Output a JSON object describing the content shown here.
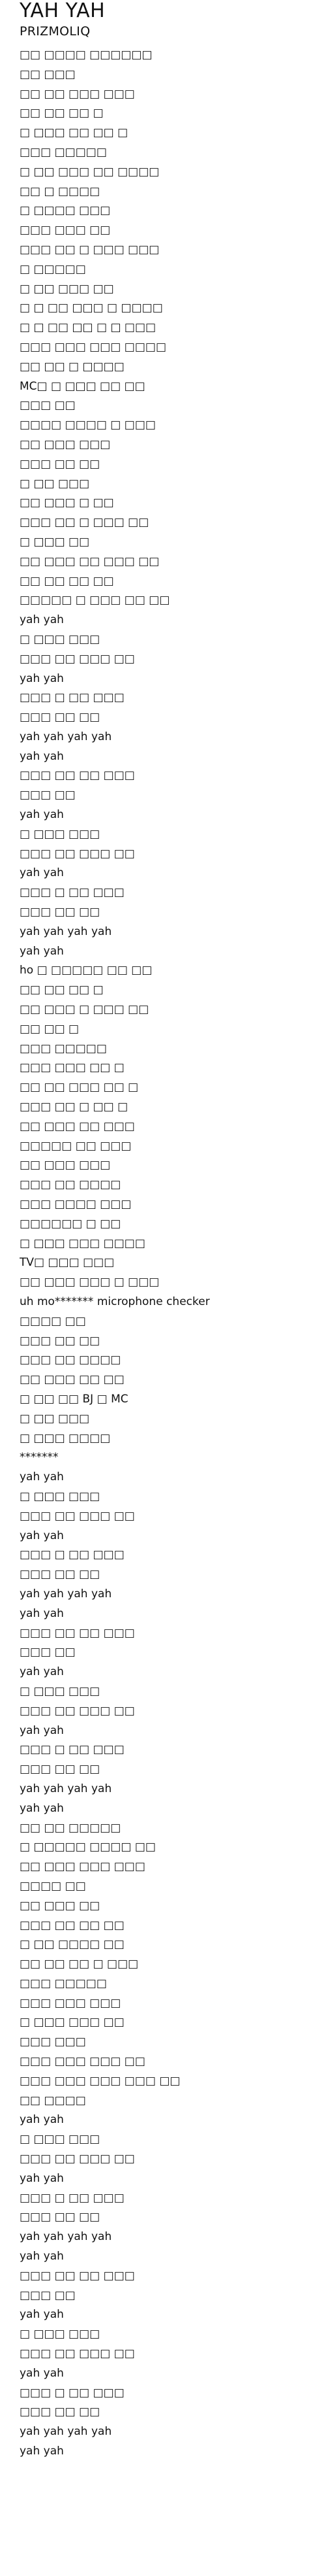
{
  "song": {
    "title": "YAH YAH",
    "artist": "PRIZMOLIQ"
  },
  "lyrics": [
    "□□ □□□□ □□□□□□",
    "□□ □□□",
    "□□ □□ □□□ □□□",
    "□□ □□ □□ □",
    "□ □□□ □□ □□ □",
    "□□□ □□□□□",
    "□ □□ □□□ □□ □□□□",
    "□□ □ □□□□",
    "□ □□□□ □□□",
    "□□□ □□□ □□",
    "□□□ □□ □ □□□ □□□",
    "□ □□□□□",
    "□ □□ □□□ □□",
    "□ □ □□ □□□ □ □□□□",
    "□ □ □□ □□ □ □ □□□",
    "□□□ □□□ □□□ □□□□",
    "□□ □□ □ □□□□",
    "MC□ □ □□□ □□ □□",
    "□□□ □□",
    "□□□□ □□□□ □ □□□",
    "□□ □□□ □□□",
    "□□□ □□ □□",
    "□ □□ □□□",
    "□□ □□□ □ □□",
    "□□□ □□ □ □□□ □□",
    "□ □□□ □□",
    "□□ □□□ □□ □□□ □□",
    "□□ □□ □□ □□",
    "□□□□□ □ □□□ □□ □□",
    "yah yah",
    "□ □□□ □□□",
    "□□□ □□ □□□ □□",
    "yah yah",
    "□□□ □ □□ □□□",
    "□□□ □□ □□",
    "yah yah yah yah",
    "yah yah",
    "□□□ □□ □□ □□□",
    "□□□ □□",
    "yah yah",
    "□ □□□ □□□",
    "□□□ □□ □□□ □□",
    "yah yah",
    "□□□ □ □□ □□□",
    "□□□ □□ □□",
    "yah yah yah yah",
    "yah yah",
    "ho □ □□□□□ □□ □□",
    "□□ □□ □□ □",
    "□□ □□□ □ □□□ □□",
    "□□ □□ □",
    "□□□ □□□□□",
    "□□□ □□□ □□ □",
    "□□ □□ □□□ □□ □",
    "□□□ □□ □ □□ □",
    "□□ □□□ □□ □□□",
    "□□□□□ □□ □□□",
    "□□ □□□ □□□",
    "□□□ □□ □□□□",
    "□□□ □□□□ □□□",
    "□□□□□□ □ □□",
    "□ □□□ □□□ □□□□",
    "TV□ □□□ □□□",
    "□□ □□□ □□□ □ □□□",
    "uh mo******* microphone checker",
    "□□□□ □□",
    "□□□ □□ □□",
    "□□□ □□ □□□□",
    "□□ □□□ □□ □□",
    "□ □□ □□ BJ □ MC",
    "□ □□ □□□",
    "□ □□□ □□□□",
    "*******",
    "yah yah",
    "□ □□□ □□□",
    "□□□ □□ □□□ □□",
    "yah yah",
    "□□□ □ □□ □□□",
    "□□□ □□ □□",
    "yah yah yah yah",
    "yah yah",
    "□□□ □□ □□ □□□",
    "□□□ □□",
    "yah yah",
    "□ □□□ □□□",
    "□□□ □□ □□□ □□",
    "yah yah",
    "□□□ □ □□ □□□",
    "□□□ □□ □□",
    "yah yah yah yah",
    "yah yah",
    "□□ □□ □□□□□",
    "□ □□□□□ □□□□ □□",
    "□□ □□□ □□□ □□□",
    "□□□□ □□",
    "□□ □□□ □□",
    "□□□ □□ □□ □□",
    "□ □□ □□□□ □□",
    "□□ □□ □□ □ □□□",
    "□□□ □□□□□",
    "□□□ □□□ □□□",
    "□ □□□ □□□ □□",
    "□□□ □□□",
    "□□□ □□□ □□□ □□",
    "□□□ □□□ □□□ □□□ □□",
    "□□ □□□□",
    "yah yah",
    "□ □□□ □□□",
    "□□□ □□ □□□ □□",
    "yah yah",
    "□□□ □ □□ □□□",
    "□□□ □□ □□",
    "yah yah yah yah",
    "yah yah",
    "□□□ □□ □□ □□□",
    "□□□ □□",
    "yah yah",
    "□ □□□ □□□",
    "□□□ □□ □□□ □□",
    "yah yah",
    "□□□ □ □□ □□□",
    "□□□ □□ □□",
    "yah yah yah yah",
    "yah yah"
  ]
}
